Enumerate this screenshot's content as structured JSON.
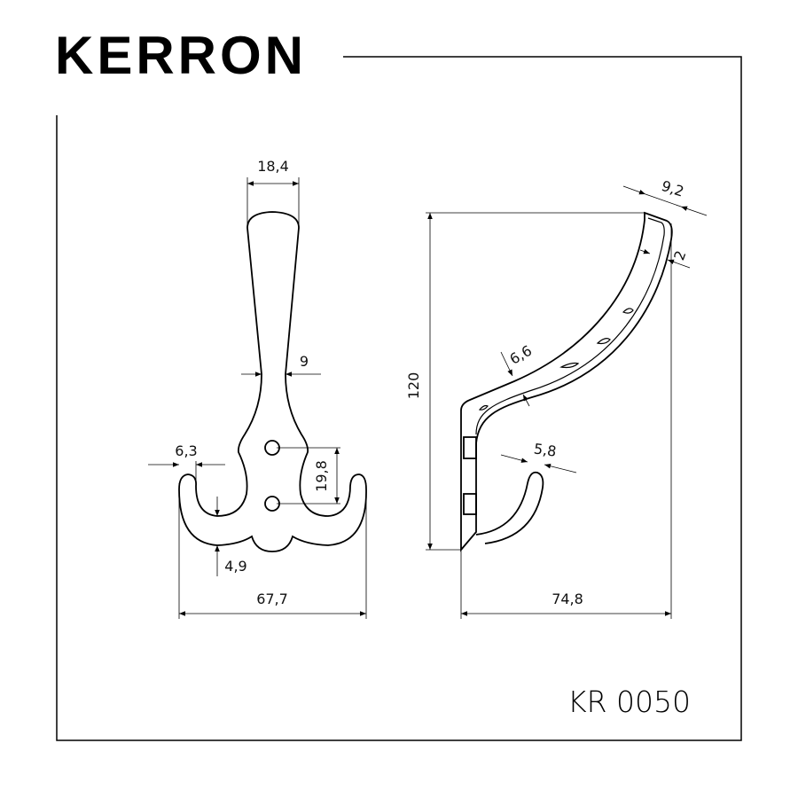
{
  "brand": "KERRON",
  "model_code": "KR 0050",
  "front_view": {
    "dimensions": {
      "head_width": "18,4",
      "neck_width": "9",
      "hook_width": "6,3",
      "hole_spacing": "19,8",
      "base_thickness": "4,9",
      "overall_width": "67,7"
    }
  },
  "side_view": {
    "dimensions": {
      "tip_width": "9,2",
      "wall_thickness": "2",
      "arm_thickness": "6,6",
      "lower_hook_thickness": "5,8",
      "height": "120",
      "depth": "74,8"
    }
  }
}
